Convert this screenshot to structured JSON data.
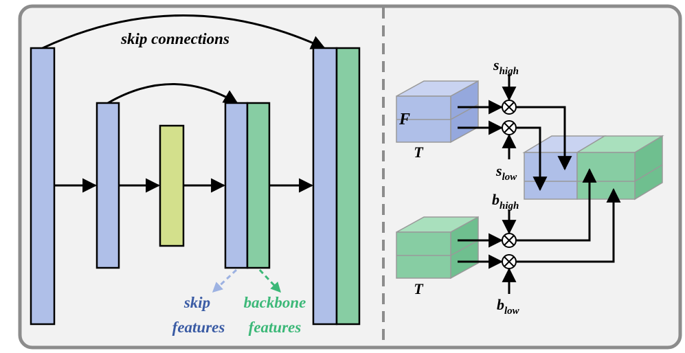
{
  "colors": {
    "frame": "#8c8c8c",
    "panel_bg": "#f2f2f2",
    "skip_blue": "#afbfe8",
    "backbone_green": "#87cda3",
    "bottleneck_yellow": "#d3e08c",
    "skip_text": "#3a5ba4",
    "backbone_text": "#3cb878",
    "skip_arrow": "#9db2e2",
    "backbone_arrow": "#3cb878"
  },
  "left": {
    "title": "skip connections",
    "skip_word1": "skip",
    "skip_word2": "features",
    "backbone_word1": "backbone",
    "backbone_word2": "features"
  },
  "right": {
    "skip_cube_f": "F",
    "skip_cube_t": "T",
    "backbone_cube_t": "T",
    "s_high": {
      "base": "s",
      "sub": "high"
    },
    "s_low": {
      "base": "s",
      "sub": "low"
    },
    "b_high": {
      "base": "b",
      "sub": "high"
    },
    "b_low": {
      "base": "b",
      "sub": "low"
    },
    "multiply_symbol": "⊗"
  }
}
